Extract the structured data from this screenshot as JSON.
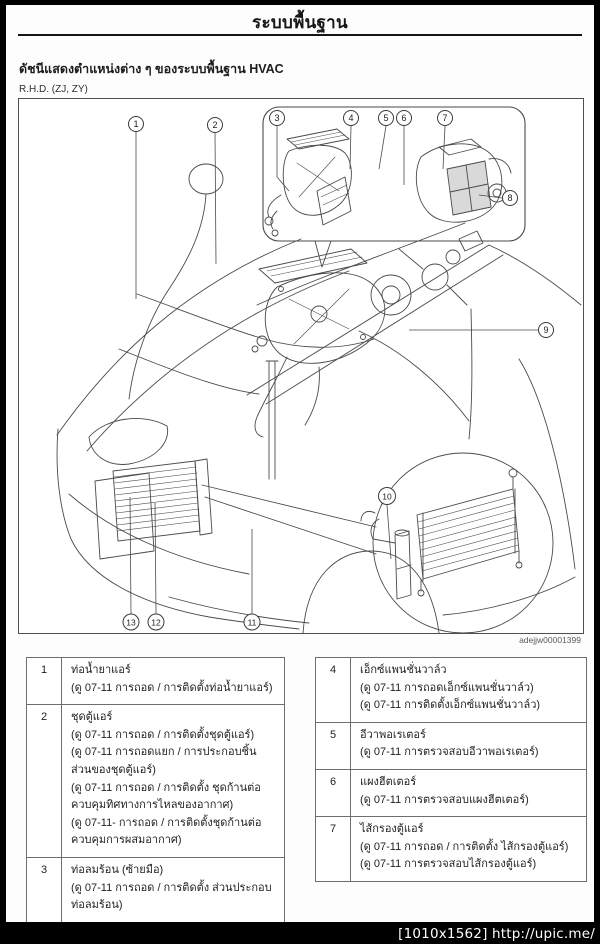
{
  "page": {
    "title": "ระบบพื้นฐาน",
    "subtitle": "ดัชนีแสดงตำแหน่งต่าง ๆ ของระบบพื้นฐาน HVAC",
    "variant_label": "R.H.D. (ZJ, ZY)"
  },
  "diagram": {
    "figure_code": "adejjw00001399",
    "callouts": [
      "1",
      "2",
      "3",
      "4",
      "5",
      "6",
      "7",
      "8",
      "9",
      "10",
      "11",
      "12",
      "13"
    ]
  },
  "tables": {
    "left": [
      {
        "num": "1",
        "lines": [
          "ท่อน้ำยาแอร์",
          "(ดู 07-11 การถอด / การติดตั้งท่อน้ำยาแอร์)"
        ]
      },
      {
        "num": "2",
        "lines": [
          "ชุดตู้แอร์",
          "(ดู 07-11 การถอด / การติดตั้งชุดตู้แอร์)",
          "(ดู 07-11 การถอดแยก / การประกอบชิ้นส่วนของชุดตู้แอร์)",
          "(ดู 07-11 การถอด / การติดตั้ง ชุดก้านต่อควบคุมทิศทางการไหลของอากาศ)",
          "(ดู 07-11- การถอด / การติดตั้งชุดก้านต่อควบคุมการผสมอากาศ)"
        ]
      },
      {
        "num": "3",
        "lines": [
          "ท่อลมร้อน (ซ้ายมือ)",
          "(ดู 07-11 การถอด / การติดตั้ง ส่วนประกอบท่อลมร้อน)"
        ]
      }
    ],
    "right": [
      {
        "num": "4",
        "lines": [
          "เอ็กซ์แพนชั่นวาล์ว",
          "(ดู 07-11 การถอดเอ็กซ์แพนชั่นวาล์ว)",
          "(ดู 07-11 การติดตั้งเอ็กซ์แพนชั่นวาล์ว)"
        ]
      },
      {
        "num": "5",
        "lines": [
          "อีวาพอเรเตอร์",
          "(ดู 07-11 การตรวจสอบอีวาพอเรเตอร์)"
        ]
      },
      {
        "num": "6",
        "lines": [
          "แผงฮีตเตอร์",
          "(ดู 07-11 การตรวจสอบแผงฮีตเตอร์)"
        ]
      },
      {
        "num": "7",
        "lines": [
          "ไส้กรองตู้แอร์",
          "(ดู 07-11 การถอด / การติดตั้ง ไส้กรองตู้แอร์)",
          "(ดู 07-11 การตรวจสอบไส้กรองตู้แอร์)"
        ]
      }
    ]
  },
  "watermark": {
    "text": "[1010x1562] http://upic.me/"
  },
  "colors": {
    "paper": "#fdfdfd",
    "frame": "#000000",
    "line_art": "#4a4a4a",
    "table_border": "#6e6e6e"
  }
}
